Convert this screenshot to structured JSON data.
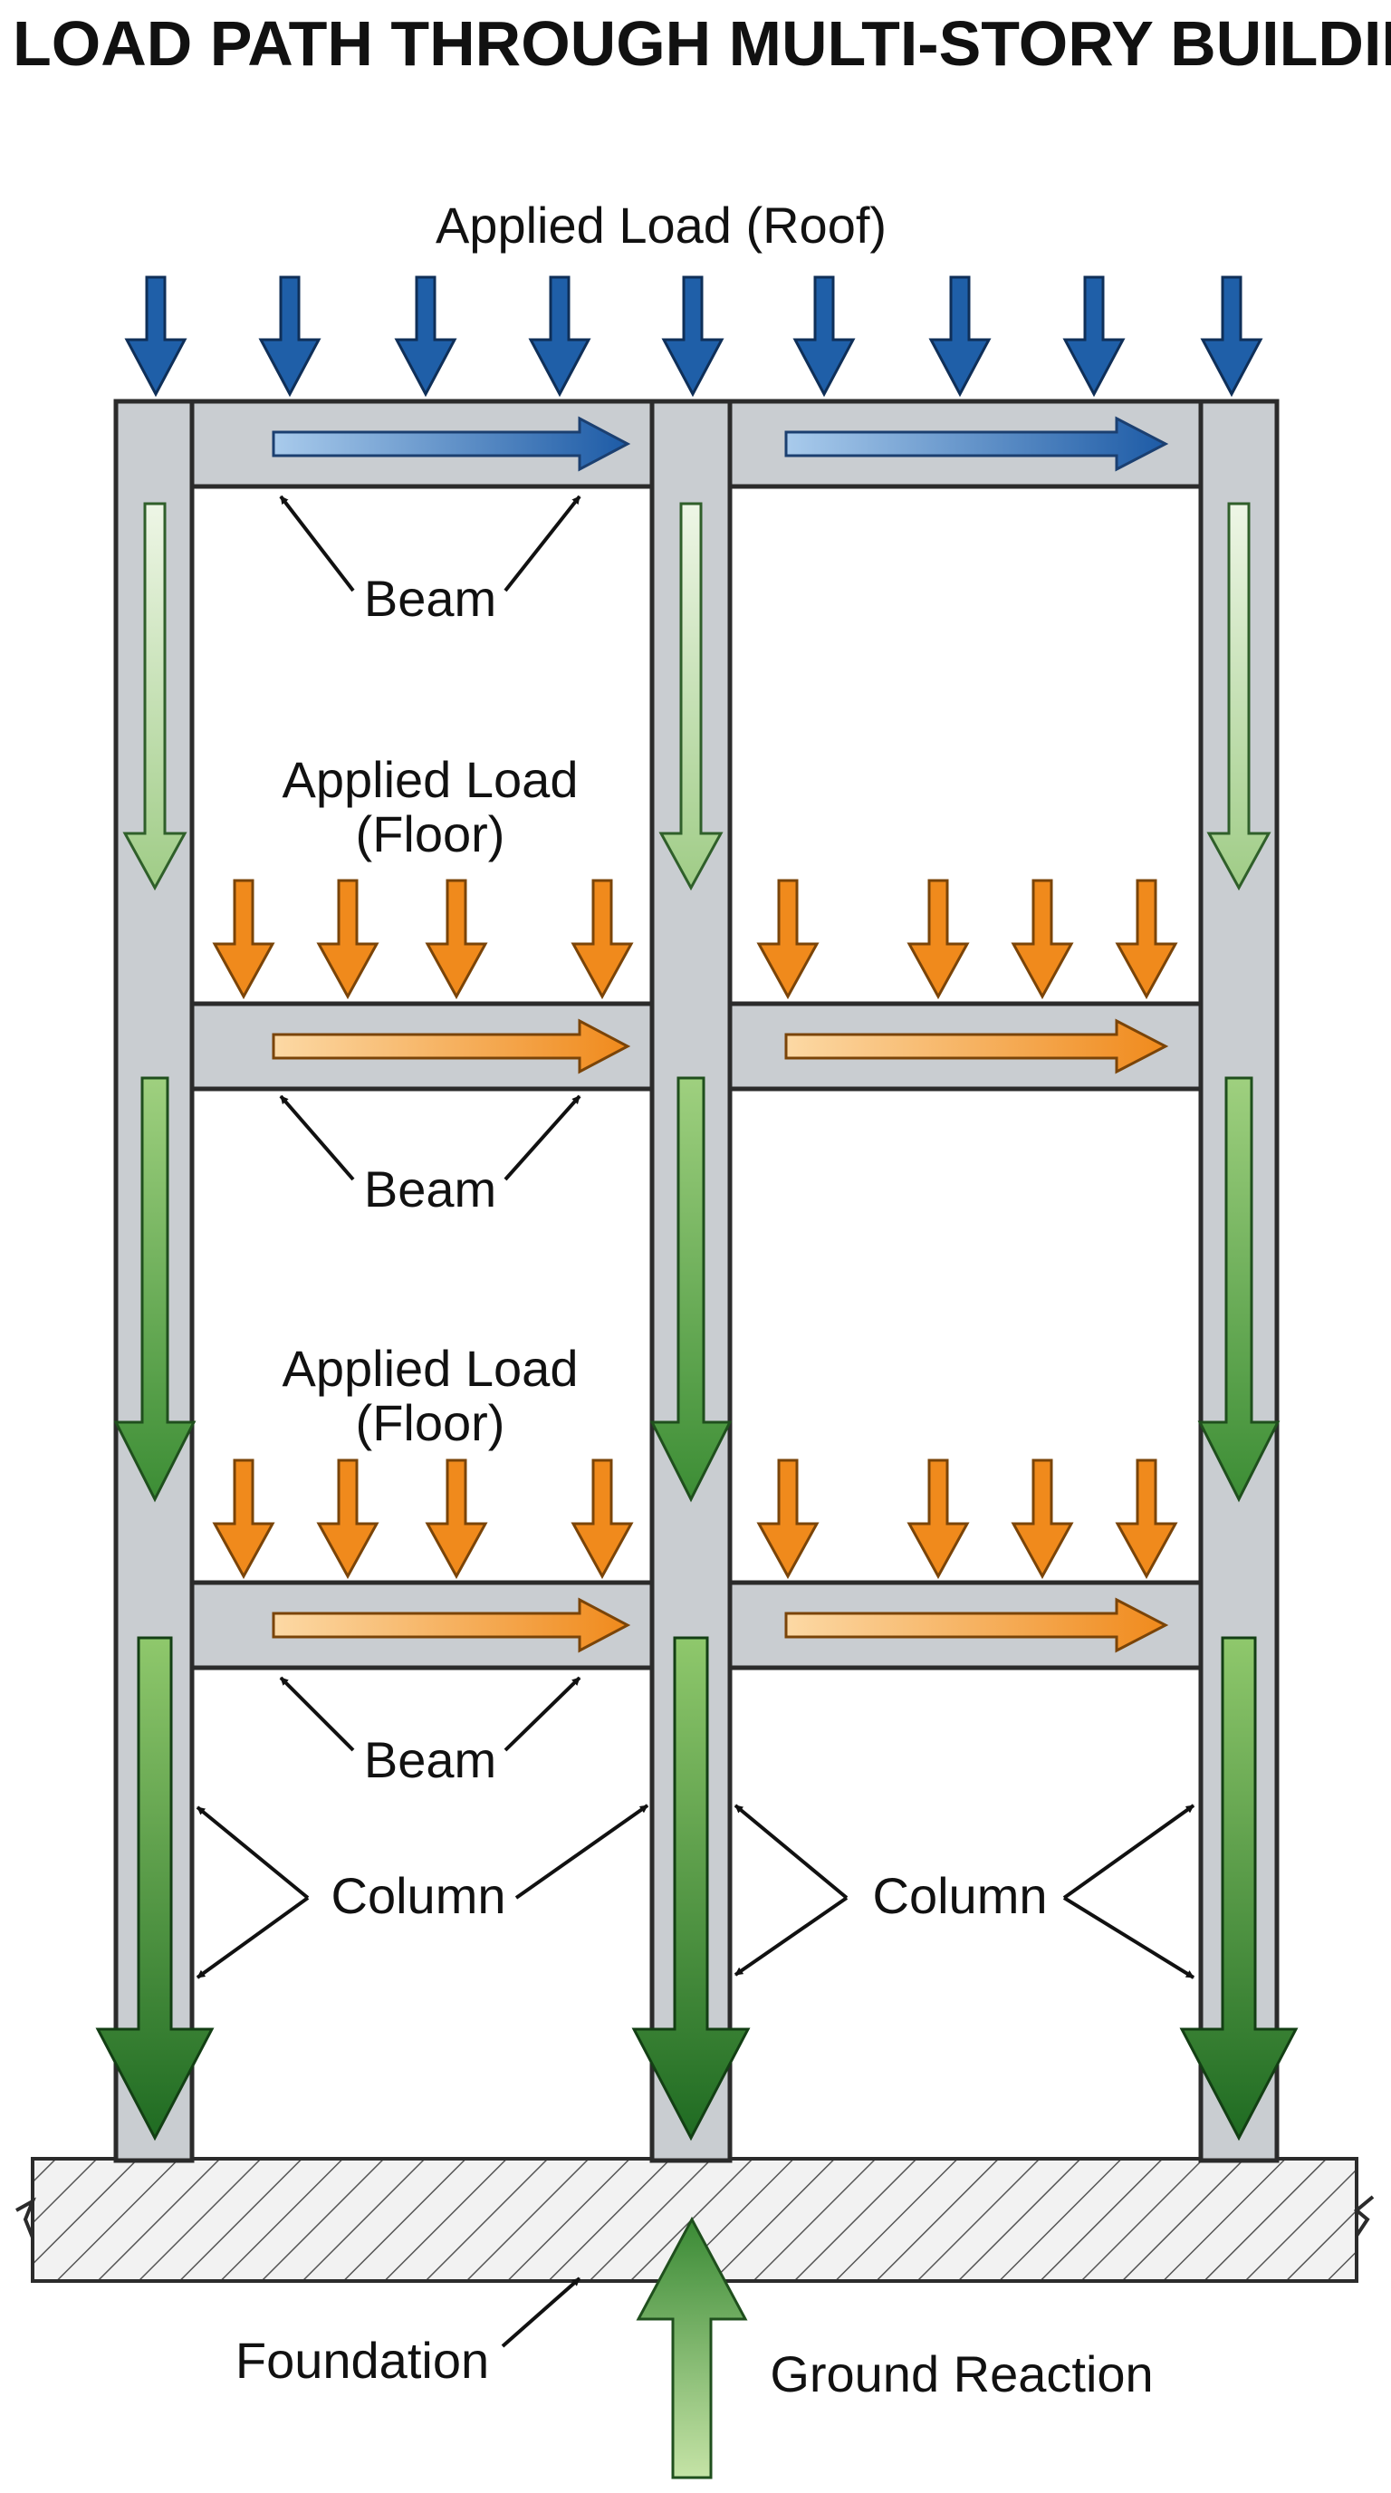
{
  "title": "LOAD PATH THROUGH MULTI-STORY BUILDING",
  "labels": {
    "roof_load": "Applied Load (Roof)",
    "floor_load_2": [
      "Applied Load",
      "(Floor)"
    ],
    "floor_load_1": [
      "Applied Load",
      "(Floor)"
    ],
    "beam": "Beam",
    "column": "Column",
    "foundation": "Foundation",
    "ground_reaction": "Ground Reaction"
  },
  "colors": {
    "roof_load": "#1f5fa8",
    "floor_load": "#f08a1c",
    "column_load": "#3a8a35",
    "member": "#c9cdd1",
    "member_outline": "#2b2b2b",
    "foundation_hatch": "#555555"
  },
  "icons": {
    "roof_load": "down-arrow-icon",
    "floor_load": "down-arrow-icon",
    "beam_flow": "right-arrow-icon",
    "column_flow": "down-arrow-icon",
    "reaction": "up-arrow-icon"
  }
}
